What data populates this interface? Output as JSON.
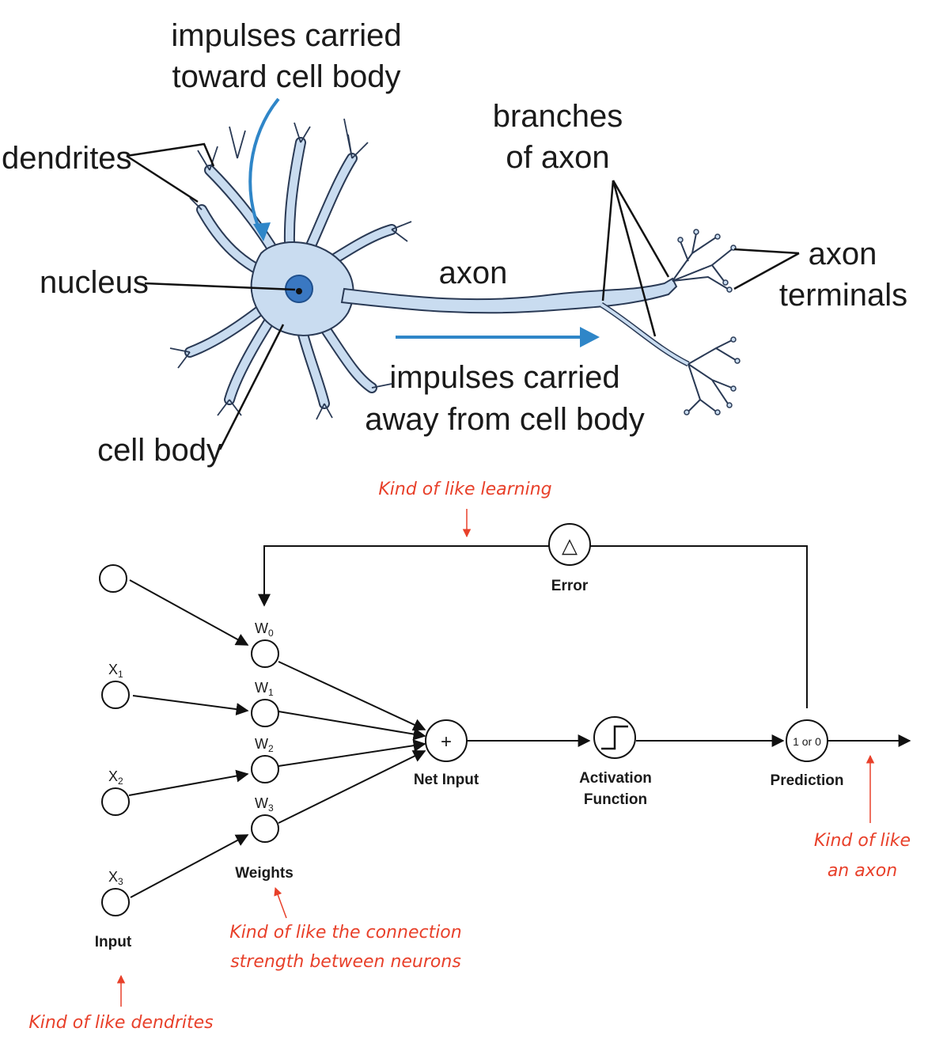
{
  "neuron": {
    "impulses_toward": [
      "impulses carried",
      "toward cell body"
    ],
    "dendrites": "dendrites",
    "nucleus": "nucleus",
    "branches": [
      "branches",
      "of axon"
    ],
    "axon": "axon",
    "axon_terminals": [
      "axon",
      "terminals"
    ],
    "impulses_away": [
      "impulses carried",
      "away from cell body"
    ],
    "cell_body": "cell body"
  },
  "perceptron": {
    "error": "Error",
    "error_symbol": "△",
    "x1": "X",
    "x1_sub": "1",
    "x2": "X",
    "x2_sub": "2",
    "x3": "X",
    "x3_sub": "3",
    "w0": "W",
    "w0_sub": "0",
    "w1": "W",
    "w1_sub": "1",
    "w2": "W",
    "w2_sub": "2",
    "w3": "W",
    "w3_sub": "3",
    "plus": "+",
    "net_input": "Net Input",
    "activation": [
      "Activation",
      "Function"
    ],
    "prediction_value": "1 or 0",
    "prediction": "Prediction",
    "weights": "Weights",
    "input": "Input"
  },
  "notes": {
    "learning": "Kind of like learning",
    "axon": [
      "Kind of like",
      "an axon"
    ],
    "weights": [
      "Kind of like the connection",
      "strength between neurons"
    ],
    "dendrites": "Kind of like dendrites"
  },
  "colors": {
    "cell_fill": "#c9dcf0",
    "cell_stroke": "#2a3a55",
    "nucleus": "#3a78c2",
    "arrow_blue": "#2f86c8",
    "note_red": "#e8402a"
  }
}
